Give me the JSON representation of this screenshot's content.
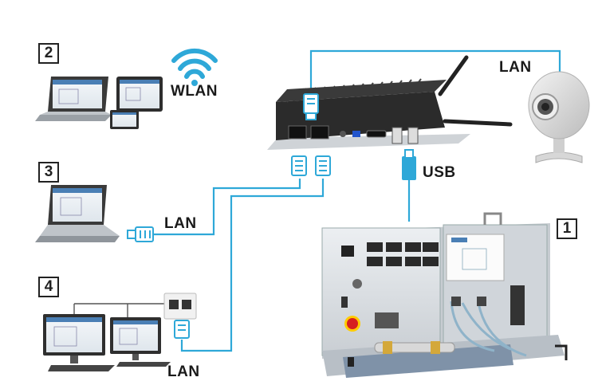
{
  "badges": {
    "b1": "1",
    "b2": "2",
    "b3": "3",
    "b4": "4"
  },
  "labels": {
    "wlan": "WLAN",
    "lan_top": "LAN",
    "lan_laptop": "LAN",
    "lan_bottom": "LAN",
    "usb": "USB"
  },
  "colors": {
    "cable": "#2ea8d8",
    "connector": "#2ea8d8",
    "wifi": "#2ea8d8",
    "router": "#2a2a2a",
    "trainer_panel": "#d9dde1",
    "emergency_stop": "#d62020"
  },
  "icons": [
    "wifi-icon",
    "ethernet-plug-icon",
    "usb-plug-icon",
    "webcam-icon",
    "laptop-icon",
    "tablet-icon",
    "monitor-icon",
    "wall-socket-icon",
    "router-icon",
    "trainer-unit-icon"
  ]
}
